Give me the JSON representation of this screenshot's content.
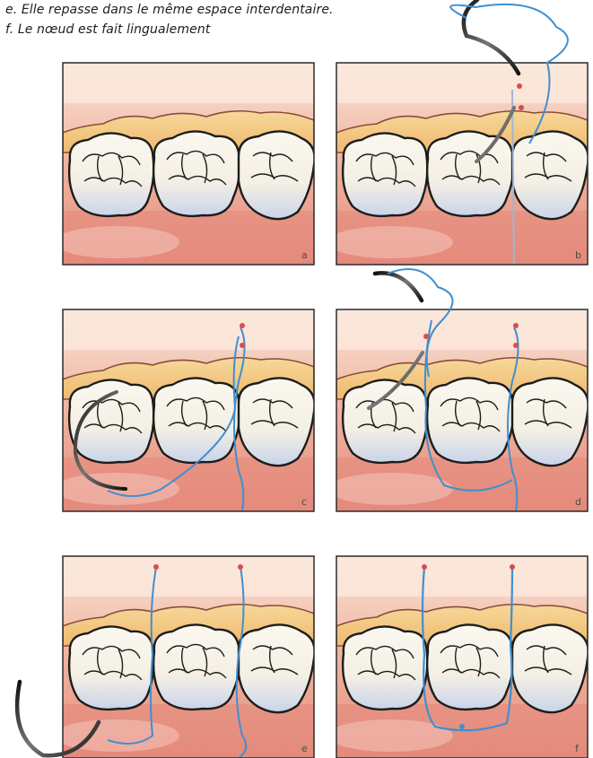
{
  "captions": [
    "e. Elle repasse dans le même espace interdentaire.",
    "f. Le nœud est fait lingualement"
  ],
  "panels": [
    {
      "label": "a",
      "step": "a",
      "suture": "none"
    },
    {
      "label": "b",
      "step": "b",
      "suture": "needle-through-second-interdental-space"
    },
    {
      "label": "c",
      "step": "c",
      "suture": "needle-around-first-tooth-lingual"
    },
    {
      "label": "d",
      "step": "d",
      "suture": "needle-through-first-interdental-space"
    },
    {
      "label": "e",
      "step": "e",
      "suture": "back-through-same-space"
    },
    {
      "label": "f",
      "step": "f",
      "suture": "knot-lingual"
    }
  ],
  "colors": {
    "gingiva": "#e9a08e",
    "gingiva_top": "#f7ddd0",
    "tissue_band": "#f4c98a",
    "tooth_fill": "#f7f3ea",
    "tooth_shadow": "#cfd7e8",
    "suture": "#3f8fd1",
    "suture_point": "#d94d4d",
    "needle": "#222222",
    "frame": "#2b2b2b"
  }
}
